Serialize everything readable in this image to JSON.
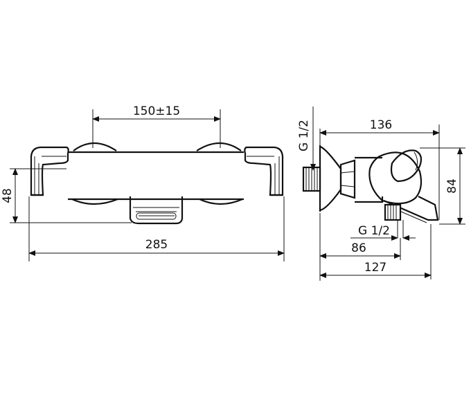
{
  "front_view": {
    "dim_spacing": "150±15",
    "dim_height": "48",
    "dim_width": "285"
  },
  "side_view": {
    "dim_inlet_top": "G 1/2",
    "dim_top_width": "136",
    "dim_height": "84",
    "dim_outlet": "G 1/2",
    "dim_outlet_depth": "86",
    "dim_total_depth": "127"
  },
  "colors": {
    "line": "#111111",
    "background": "#ffffff"
  }
}
